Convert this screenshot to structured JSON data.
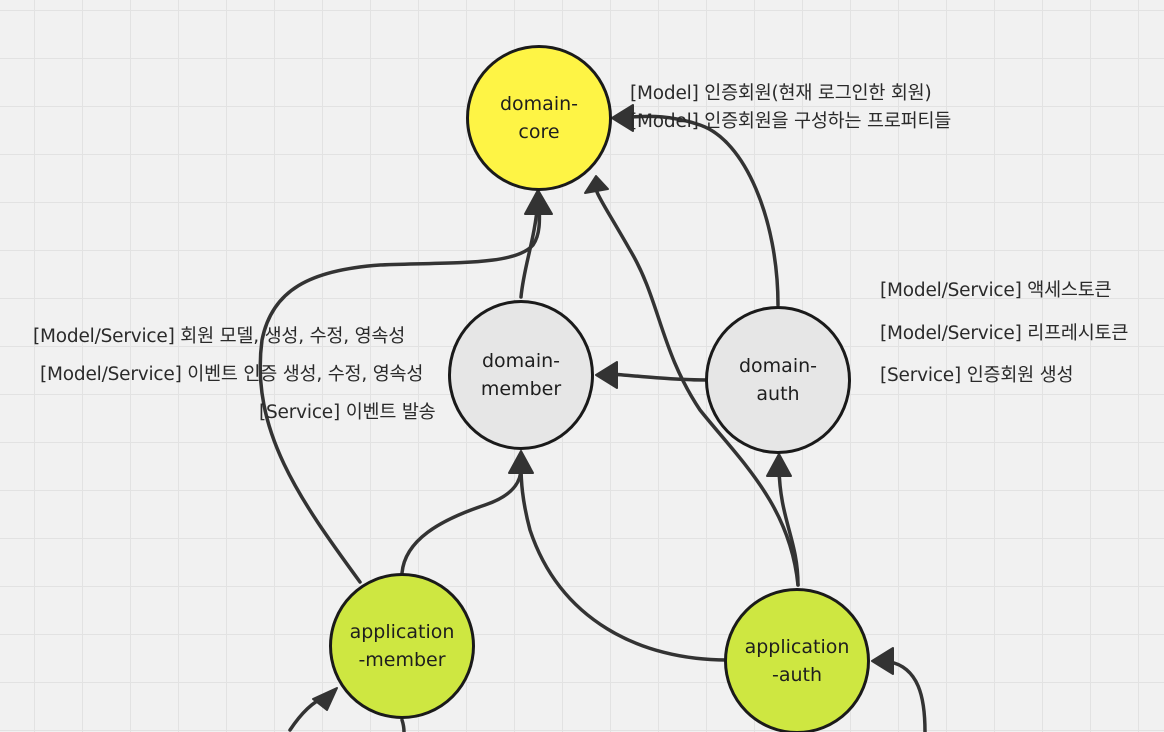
{
  "colors": {
    "background": "#f1f1f1",
    "grid": "#e2e2e2",
    "stroke": "#1a1a1a",
    "core_fill": "#fef445",
    "domain_fill": "#e6e6e6",
    "application_fill": "#cee741"
  },
  "nodes": {
    "domain_core": "domain-\ncore",
    "domain_member": "domain-\nmember",
    "domain_auth": "domain-\nauth",
    "application_member": "application\n-member",
    "application_auth": "application\n-auth"
  },
  "notes": {
    "core": [
      "[Model] 인증회원(현재 로그인한 회원)",
      "[Model] 인증회원을 구성하는 프로퍼티들"
    ],
    "member": [
      "[Model/Service] 회원 모델, 생성, 수정, 영속성",
      "[Model/Service] 이벤트 인증 생성, 수정, 영속성",
      "[Service] 이벤트 발송"
    ],
    "auth": [
      "[Model/Service] 액세스토큰",
      "[Model/Service] 리프레시토큰",
      "[Service] 인증회원 생성"
    ]
  },
  "edges": [
    {
      "from": "domain-member",
      "to": "domain-core"
    },
    {
      "from": "domain-auth",
      "to": "domain-core"
    },
    {
      "from": "domain-auth",
      "to": "domain-member"
    },
    {
      "from": "application-member",
      "to": "domain-core"
    },
    {
      "from": "application-member",
      "to": "domain-member"
    },
    {
      "from": "application-auth",
      "to": "domain-core"
    },
    {
      "from": "application-auth",
      "to": "domain-member"
    },
    {
      "from": "application-auth",
      "to": "domain-auth"
    }
  ]
}
